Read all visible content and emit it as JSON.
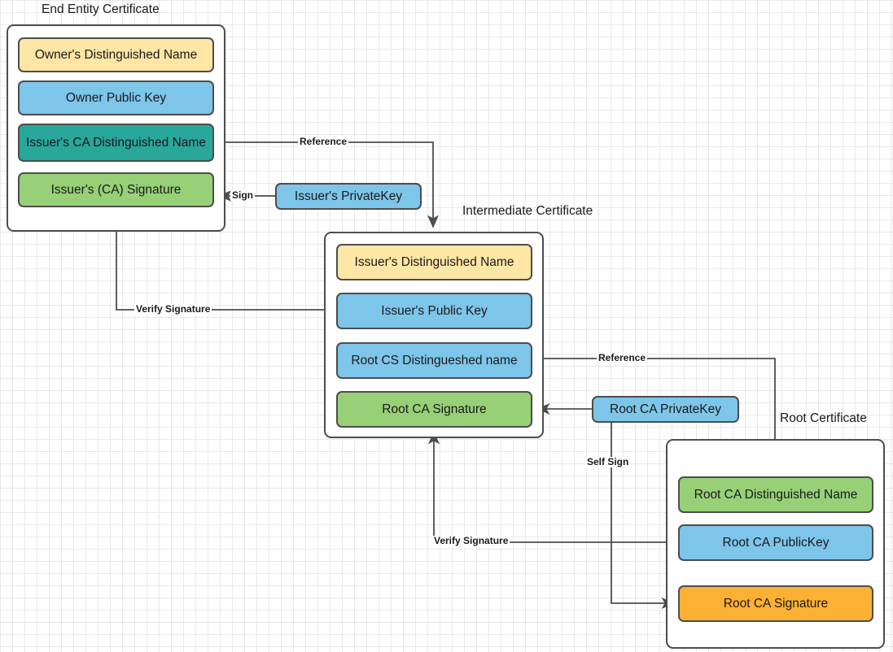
{
  "diagram": {
    "title_labels": {
      "end_entity": "End Entity Certificate",
      "intermediate": "Intermediate Certificate",
      "root": "Root Certificate"
    },
    "colors": {
      "yellow": "#ffe6a5",
      "blue": "#7ec5ea",
      "teal": "#2aa79b",
      "green": "#97d077",
      "orange": "#fcb134",
      "stroke": "#4d4d4d",
      "text": "#1a1a1a",
      "grid_minor": "#e8e8e8",
      "grid_major": "#d4d4d4"
    },
    "end_entity_certificate": {
      "label": "End Entity Certificate",
      "rows": [
        {
          "text": "Owner's Distinguished Name",
          "color": "#ffe6a5"
        },
        {
          "text": "Owner Public  Key",
          "color": "#7ec5ea"
        },
        {
          "text": "Issuer's CA Distinguished Name",
          "color": "#2aa79b"
        },
        {
          "text": "Issuer's (CA) Signature",
          "color": "#97d077"
        }
      ]
    },
    "intermediate_certificate": {
      "label": "Intermediate Certificate",
      "rows": [
        {
          "text": "Issuer's Distinguished Name",
          "color": "#ffe6a5"
        },
        {
          "text": "Issuer's Public  Key",
          "color": "#7ec5ea"
        },
        {
          "text": "Root CS Distingueshed name",
          "color": "#7ec5ea"
        },
        {
          "text": "Root CA Signature",
          "color": "#97d077"
        }
      ]
    },
    "root_certificate": {
      "label": "Root Certificate",
      "rows": [
        {
          "text": "Root CA Distinguished Name",
          "color": "#97d077"
        },
        {
          "text": "Root CA PublicKey",
          "color": "#7ec5ea"
        },
        {
          "text": "Root CA Signature",
          "color": "#fcb134"
        }
      ]
    },
    "standalone_keys": [
      {
        "text": "Issuer's PrivateKey",
        "color": "#7ec5ea"
      },
      {
        "text": "Root CA PrivateKey",
        "color": "#7ec5ea"
      }
    ],
    "edge_labels": {
      "reference_top": "Reference",
      "sign": "Sign",
      "verify_signature_top": "Verify Signature",
      "reference_bottom": "Reference",
      "self_sign": "Self Sign",
      "verify_signature_bottom": "Verify Signature"
    }
  }
}
